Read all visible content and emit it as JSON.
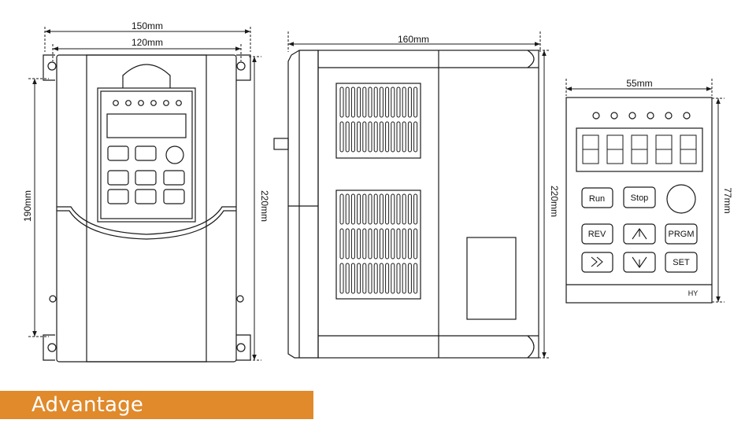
{
  "front_view": {
    "width_outer": "150mm",
    "width_inner": "120mm",
    "height_inner": "190mm",
    "height_outer": "220mm"
  },
  "side_view": {
    "depth": "160mm",
    "height": "220mm"
  },
  "keypad_view": {
    "width": "55mm",
    "height": "77mm",
    "keys": {
      "run": "Run",
      "stop": "Stop",
      "rev": "REV",
      "prgm": "PRGM",
      "set": "SET"
    },
    "brand": "HY"
  },
  "banner": {
    "title": "Advantage",
    "color": "#e08a2c"
  },
  "colors": {
    "line": "#1a1a1a",
    "background": "#ffffff"
  }
}
